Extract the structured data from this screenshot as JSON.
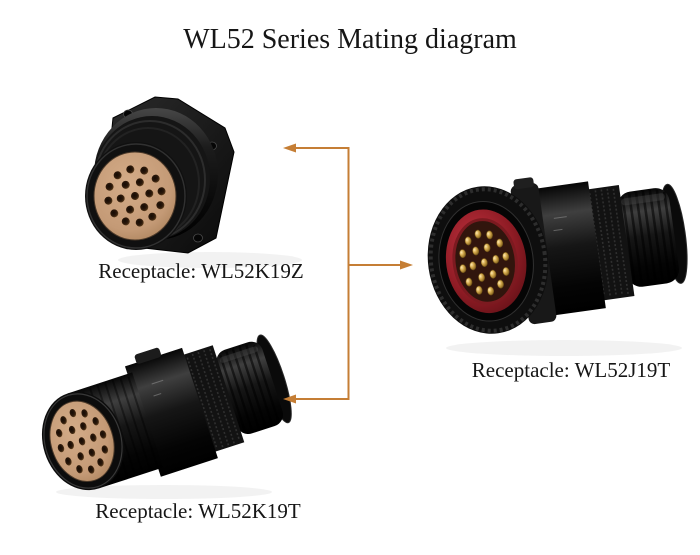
{
  "page": {
    "title": "WL52 Series Mating diagram",
    "background_color": "#ffffff",
    "text_color": "#161616"
  },
  "connectors": [
    {
      "model": "WL52K19Z",
      "label": "Receptacle: WL52K19Z",
      "appearance": "flange-mount receptacle, black body, tan insert",
      "contact_count": 19
    },
    {
      "model": "WL52J19T",
      "label": "Receptacle: WL52J19T",
      "appearance": "inline cable plug, black body, red insert, gold pin contacts",
      "contact_count": 19
    },
    {
      "model": "WL52K19T",
      "label": "Receptacle: WL52K19T",
      "appearance": "inline cable plug, black body, tan insert, socket holes",
      "contact_count": 19
    }
  ],
  "arrows": {
    "color": "#c57e35",
    "description": "trunk line linking plug WL52J19T to receptacles WL52K19Z and WL52K19T"
  },
  "colors": {
    "insert_tan": "#c49a76",
    "insert_red": "#9e1f28",
    "pin_gold": "#c9a244",
    "body_black": "#111111"
  }
}
